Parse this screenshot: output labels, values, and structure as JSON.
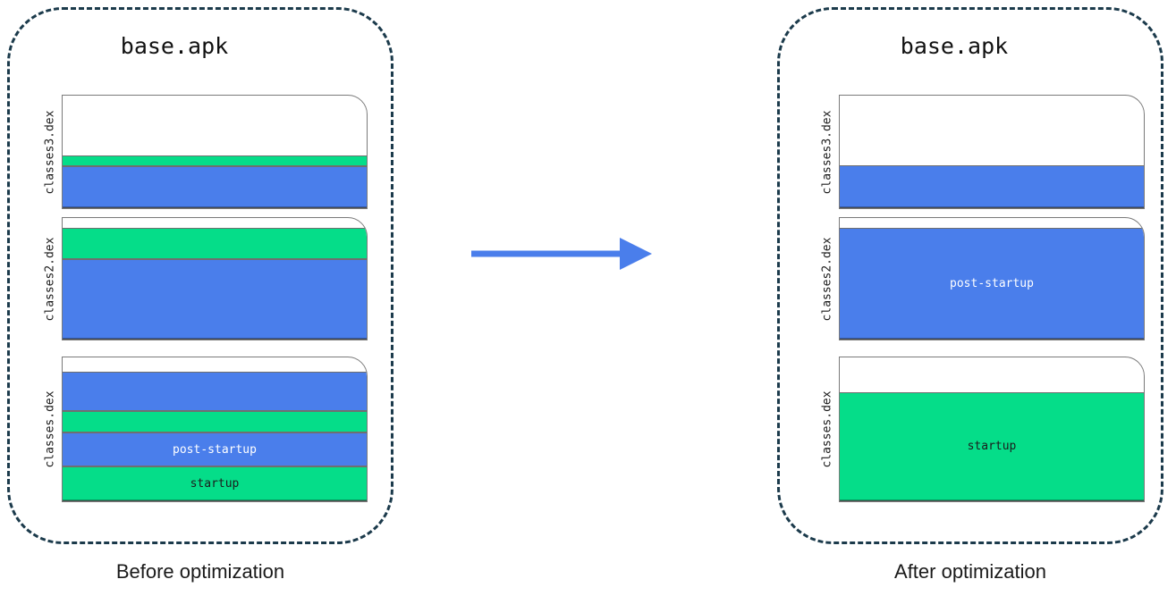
{
  "panels": [
    {
      "id": "before",
      "title": "base.apk",
      "caption": "Before optimization",
      "dex_files": [
        {
          "label": "classes3.dex",
          "segments": [
            {
              "kind": "blue",
              "label": "",
              "height_pct": 37
            },
            {
              "kind": "green",
              "label": "",
              "height_pct": 10
            },
            {
              "kind": "empty",
              "label": "",
              "height_pct": 53
            }
          ]
        },
        {
          "label": "classes2.dex",
          "segments": [
            {
              "kind": "blue",
              "label": "",
              "height_pct": 66
            },
            {
              "kind": "green",
              "label": "",
              "height_pct": 26
            },
            {
              "kind": "empty",
              "label": "",
              "height_pct": 8
            }
          ]
        },
        {
          "label": "classes.dex",
          "segments": [
            {
              "kind": "green",
              "label": "startup",
              "height_pct": 24
            },
            {
              "kind": "blue",
              "label": "post-startup",
              "height_pct": 24
            },
            {
              "kind": "green",
              "label": "",
              "height_pct": 15
            },
            {
              "kind": "blue",
              "label": "",
              "height_pct": 27
            },
            {
              "kind": "empty",
              "label": "",
              "height_pct": 10
            }
          ]
        }
      ]
    },
    {
      "id": "after",
      "title": "base.apk",
      "caption": "After optimization",
      "dex_files": [
        {
          "label": "classes3.dex",
          "segments": [
            {
              "kind": "blue",
              "label": "",
              "height_pct": 38
            },
            {
              "kind": "empty",
              "label": "",
              "height_pct": 62
            }
          ]
        },
        {
          "label": "classes2.dex",
          "segments": [
            {
              "kind": "blue",
              "label": "post-startup",
              "height_pct": 92
            },
            {
              "kind": "empty",
              "label": "",
              "height_pct": 8
            }
          ]
        },
        {
          "label": "classes.dex",
          "segments": [
            {
              "kind": "green",
              "label": "startup",
              "height_pct": 76
            },
            {
              "kind": "empty",
              "label": "",
              "height_pct": 24
            }
          ]
        }
      ]
    }
  ],
  "arrow": {
    "name": "optimization-arrow",
    "direction": "right"
  },
  "colors": {
    "startup_green": "#05dd89",
    "post_startup_blue": "#4a7eeb",
    "apk_border_navy": "#1b3a4b",
    "dex_box_border": "#7a7a7a",
    "arrow_blue": "#4a7eeb",
    "background": "#ffffff"
  }
}
